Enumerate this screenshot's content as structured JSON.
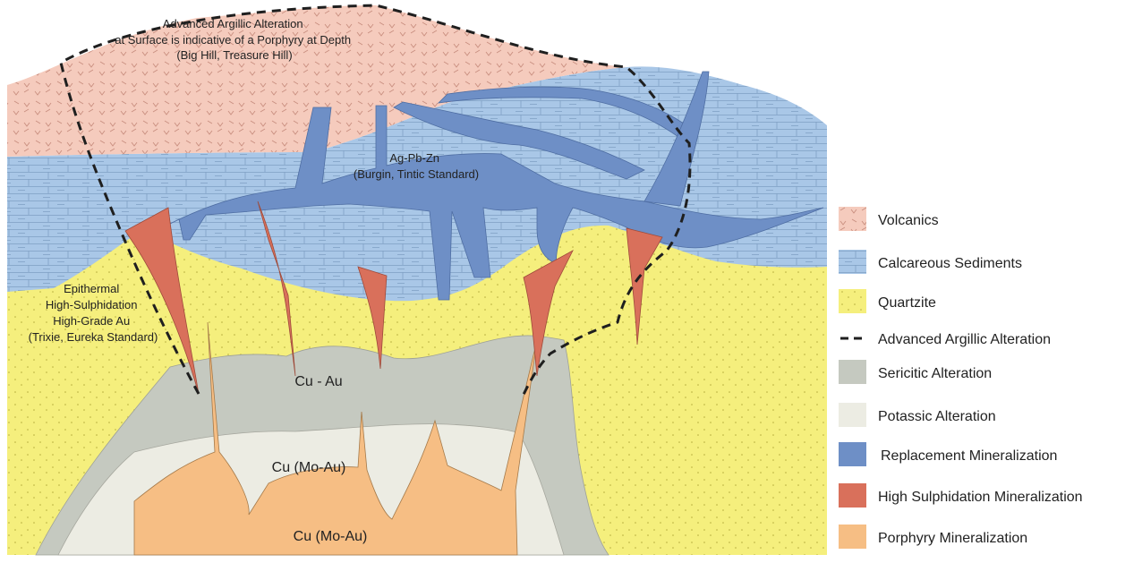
{
  "annotations": {
    "advanced_argillic": {
      "lines": [
        "Advanced Argillic Alteration",
        "at Surface is indicative of a Porphyry at Depth",
        "(Big Hill, Treasure Hill)"
      ]
    },
    "ag_pb_zn": {
      "lines": [
        "Ag-Pb-Zn",
        "(Burgin, Tintic Standard)"
      ]
    },
    "epithermal": {
      "lines": [
        "Epithermal",
        "High-Sulphidation",
        "High-Grade Au",
        "(Trixie, Eureka Standard)"
      ]
    },
    "cu_au": "Cu - Au",
    "cu_mo_au_upper": "Cu (Mo-Au)",
    "cu_mo_au_lower": "Cu (Mo-Au)"
  },
  "legend": {
    "items": [
      {
        "label": "Volcanics",
        "swatch": "volcanics"
      },
      {
        "label": "Calcareous Sediments",
        "swatch": "calcareous"
      },
      {
        "label": "Quartzite",
        "swatch": "quartzite"
      },
      {
        "label": "Advanced Argillic Alteration",
        "swatch": "dashed"
      },
      {
        "label": "Sericitic Alteration",
        "swatch": "sericitic"
      },
      {
        "label": "Potassic Alteration",
        "swatch": "potassic"
      },
      {
        "label": "Replacement Mineralization",
        "swatch": "replacement"
      },
      {
        "label": "High Sulphidation Mineralization",
        "swatch": "highsulph"
      },
      {
        "label": "Porphyry Mineralization",
        "swatch": "porphyry"
      }
    ]
  },
  "colors": {
    "volcanics": "#f5cbbd",
    "calcareous": "#a9c7e7",
    "quartzite": "#f5ef7d",
    "sericitic": "#c5c9c0",
    "potassic": "#ecece3",
    "replacement": "#6e8fc6",
    "high_sulphidation": "#d9705b",
    "porphyry": "#f6be84"
  }
}
